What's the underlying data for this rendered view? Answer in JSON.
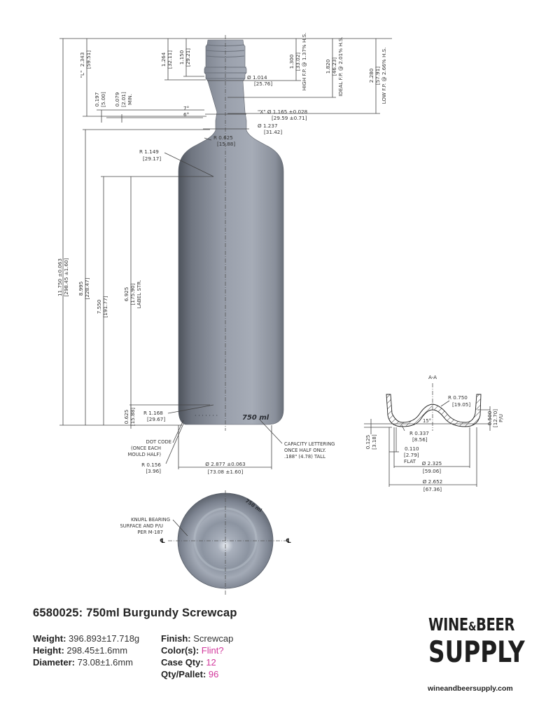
{
  "drawing": {
    "neck": {
      "height_1": {
        "in": "1.264",
        "mm": "[32.11]"
      },
      "height_2": {
        "in": "1.150",
        "mm": "[29.21]"
      },
      "L_dim": {
        "prefix": "\"L\"",
        "in": "2.343",
        "mm": "[59.51]"
      },
      "dim_0197": {
        "in": "0.197",
        "mm": "[5.00]"
      },
      "dim_0079": {
        "in": "0.079",
        "mm": "[2.01]",
        "note": "MIN."
      },
      "angle_7": "7°",
      "angle_6": "6°",
      "dia_1014": {
        "in": "Ø 1.014",
        "mm": "[25.76]"
      },
      "X_dia": {
        "in": "\"X\" Ø 1.165 ±0.028",
        "mm": "[29.59 ±0.71]"
      },
      "dia_1237": {
        "in": "Ø 1.237",
        "mm": "[31.42]"
      },
      "r_0625": {
        "in": "R 0.625",
        "mm": "[15.88]"
      }
    },
    "fill_points": {
      "high": {
        "in": "1.300",
        "mm": "[33.02]",
        "label": "HIGH F.P. @ 1.37% H.S."
      },
      "ideal": {
        "in": "1.820",
        "mm": "[46.23]",
        "label": "IDEAL F.P. @ 2.01% H.S."
      },
      "low": {
        "in": "2.280",
        "mm": "[57.91]",
        "label": "LOW F.P. @ 2.66% H.S."
      }
    },
    "body": {
      "r_1149": {
        "in": "R 1.149",
        "mm": "[29.17]"
      },
      "overall_height": {
        "in": "11.750 ±0.063",
        "mm": "[298.45 ±1.60]"
      },
      "h_8995": {
        "in": "8.995",
        "mm": "[228.47]"
      },
      "h_7550": {
        "in": "7.550",
        "mm": "[191.77]"
      },
      "label_str": {
        "in": "6.925",
        "mm": "[175.90]",
        "note": "LABEL STR."
      },
      "h_0625": {
        "in": "0.625",
        "mm": "[15.88]"
      },
      "r_1168": {
        "in": "R 1.168",
        "mm": "[29.67]"
      },
      "dot_code": [
        "DOT CODE",
        "(ONCE EACH",
        "MOULD HALF)"
      ],
      "r_0156": {
        "in": "R 0.156",
        "mm": "[3.96]"
      },
      "capacity_mark": "750 ml",
      "capacity_note": [
        "CAPACITY LETTERING",
        "ONCE HALF ONLY.",
        ".188\" (4.78) TALL"
      ],
      "diameter": {
        "in": "Ø 2.877 ±0.063",
        "mm": "[73.08 ±1.60]"
      }
    },
    "section": {
      "title": "A-A",
      "r_0750": {
        "in": "R 0.750",
        "mm": "[19.05]"
      },
      "angle_15": "15°",
      "r_0337": {
        "in": "R 0.337",
        "mm": "[8.56]"
      },
      "pu": {
        "in": "0.500",
        "mm": "[12.70]",
        "note": "P/U"
      },
      "h_0125": {
        "in": "0.125",
        "mm": "[3.18]"
      },
      "flat": {
        "in": "0.110",
        "mm": "[2.79]",
        "note": "FLAT"
      },
      "dia_2325": {
        "in": "Ø 2.325",
        "mm": "[59.06]"
      },
      "dia_2652": {
        "in": "Ø 2.652",
        "mm": "[67.36]"
      }
    },
    "bottom_view": {
      "knurl_note": [
        "KNURL BEARING",
        "SURFACE AND P/U",
        "PER M-187"
      ],
      "centerline_symbol": "℄"
    }
  },
  "product": {
    "title": "6580025: 750ml Burgundy Screwcap",
    "specs_left": [
      {
        "label": "Weight:",
        "value": "396.893±17.718g"
      },
      {
        "label": "Height:",
        "value": "298.45±1.6mm"
      },
      {
        "label": "Diameter:",
        "value": "73.08±1.6mm"
      }
    ],
    "specs_right": [
      {
        "label": "Finish:",
        "value": "Screwcap",
        "accent": false
      },
      {
        "label": "Color(s):",
        "value": "Flint?",
        "accent": true
      },
      {
        "label": "Case Qty:",
        "value": "12",
        "accent": true
      },
      {
        "label": "Qty/Pallet:",
        "value": "96",
        "accent": true
      }
    ]
  },
  "brand": {
    "line1_a": "WINE",
    "line1_amp": "&",
    "line1_b": "BEER",
    "line2": "SUPPLY",
    "website": "wineandbeersupply.com"
  },
  "colors": {
    "accent": "#d2389c",
    "bottle": "#8f96a3"
  }
}
